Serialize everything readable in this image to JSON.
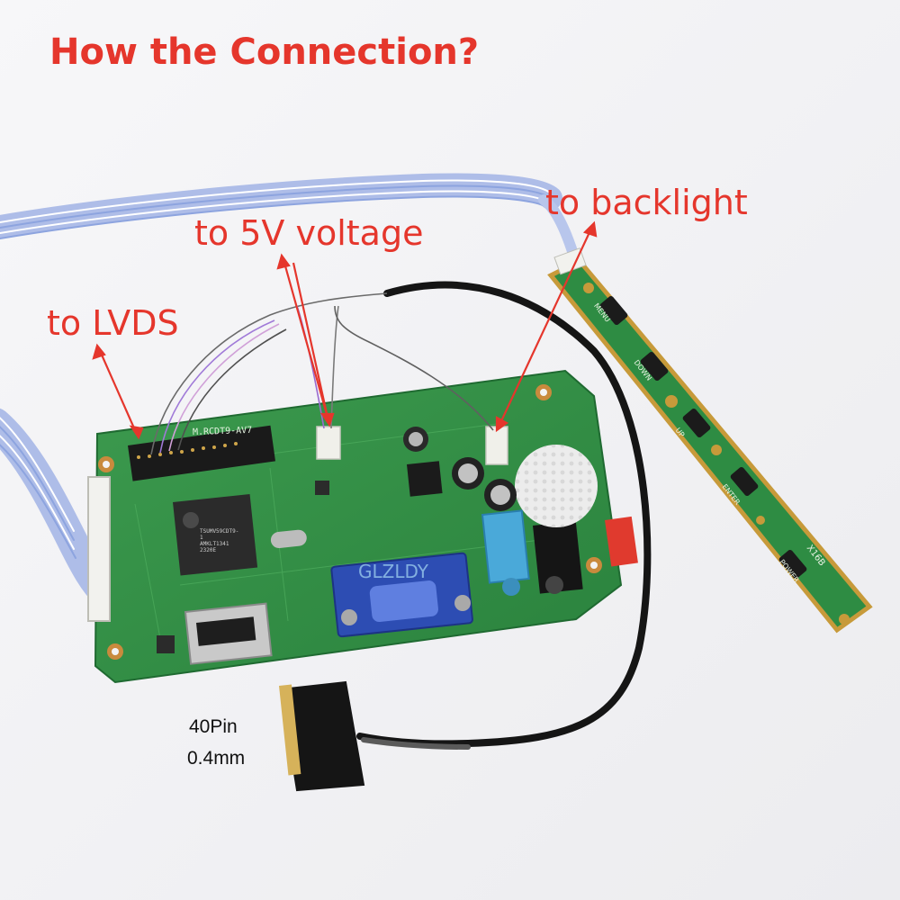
{
  "title": "How the Connection?",
  "annotations": {
    "lvds": "to LVDS",
    "voltage_5v": "to 5V voltage",
    "backlight": "to backlight",
    "cable_pins": "40Pin",
    "cable_pitch": "0.4mm"
  },
  "board": {
    "model": "M.RCDT9-AV7",
    "brand_watermark": "GLZLDY",
    "chip_marking": [
      "TSUMV59CDT9-1",
      "AMKLT1341",
      "2320E"
    ]
  },
  "keypad": {
    "buttons": [
      "MENU",
      "DOWN",
      "UP",
      "ENTER",
      "POWER"
    ],
    "code": "X16B"
  },
  "colors": {
    "annotation_text": "#e5362c",
    "pcb_green": "#2f8f44",
    "background": "#f3f3f5"
  }
}
